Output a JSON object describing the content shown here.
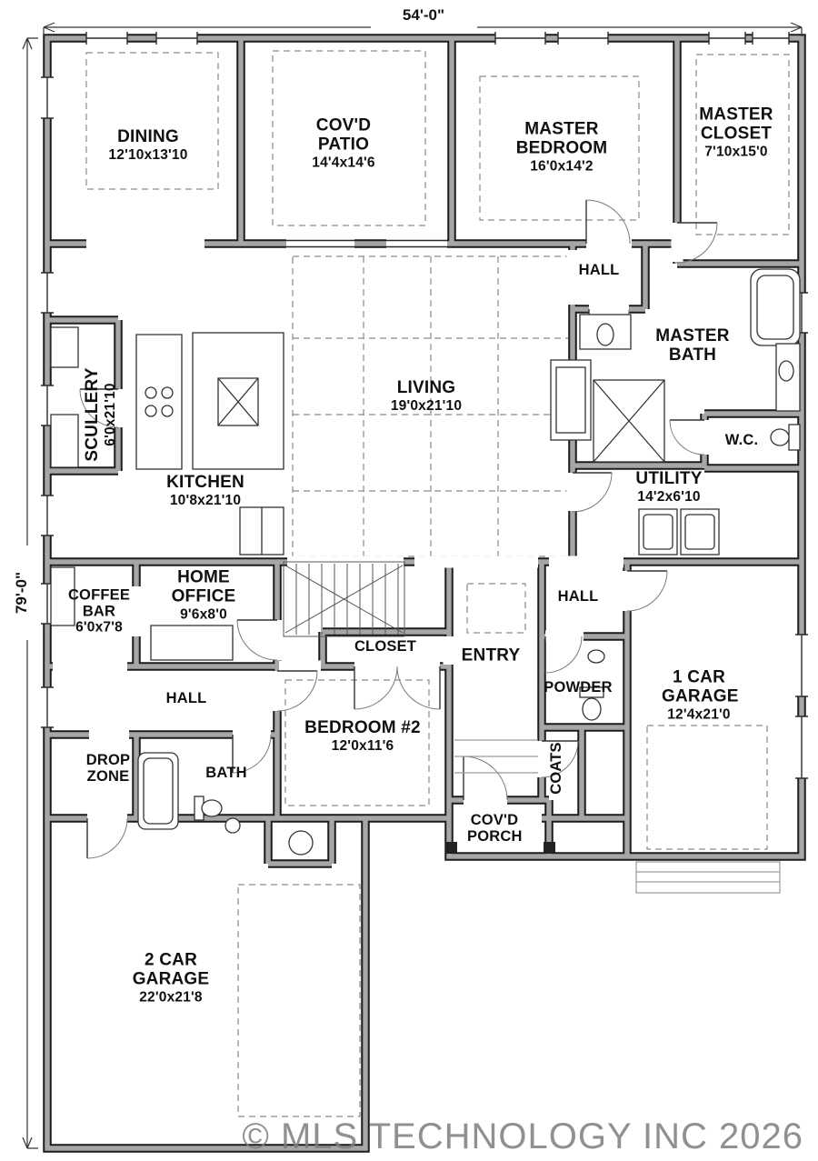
{
  "plan": {
    "width_label": "54'-0\"",
    "height_label": "79'-0\""
  },
  "rooms": {
    "dining": {
      "name": "DINING",
      "size": "12'10x13'10"
    },
    "covd_patio": {
      "name": "COV'D PATIO",
      "size": "14'4x14'6"
    },
    "master_bedroom": {
      "name": "MASTER BEDROOM",
      "size": "16'0x14'2"
    },
    "master_closet": {
      "name": "MASTER CLOSET",
      "size": "7'10x15'0"
    },
    "hall_master": {
      "name": "HALL"
    },
    "master_bath": {
      "name": "MASTER BATH"
    },
    "wc": {
      "name": "W.C."
    },
    "scullery": {
      "name": "SCULLERY",
      "size": "6'0x21'10"
    },
    "living": {
      "name": "LIVING",
      "size": "19'0x21'10"
    },
    "kitchen": {
      "name": "KITCHEN",
      "size": "10'8x21'10"
    },
    "utility": {
      "name": "UTILITY",
      "size": "14'2x6'10"
    },
    "coffee_bar": {
      "name": "COFFEE BAR",
      "size": "6'0x7'8"
    },
    "home_office": {
      "name": "HOME OFFICE",
      "size": "9'6x8'0"
    },
    "hall_right": {
      "name": "HALL"
    },
    "closet": {
      "name": "CLOSET"
    },
    "entry": {
      "name": "ENTRY"
    },
    "powder": {
      "name": "POWDER"
    },
    "garage_1car": {
      "name": "1 CAR GARAGE",
      "size": "12'4x21'0"
    },
    "hall_left": {
      "name": "HALL"
    },
    "drop_zone": {
      "name": "DROP ZONE"
    },
    "bath": {
      "name": "BATH"
    },
    "bedroom2": {
      "name": "BEDROOM #2",
      "size": "12'0x11'6"
    },
    "coats": {
      "name": "COATS"
    },
    "covd_porch": {
      "name": "COV'D PORCH"
    },
    "garage_2car": {
      "name": "2 CAR GARAGE",
      "size": "22'0x21'8"
    }
  },
  "watermark": "© MLS TECHNOLOGY INC 2026"
}
